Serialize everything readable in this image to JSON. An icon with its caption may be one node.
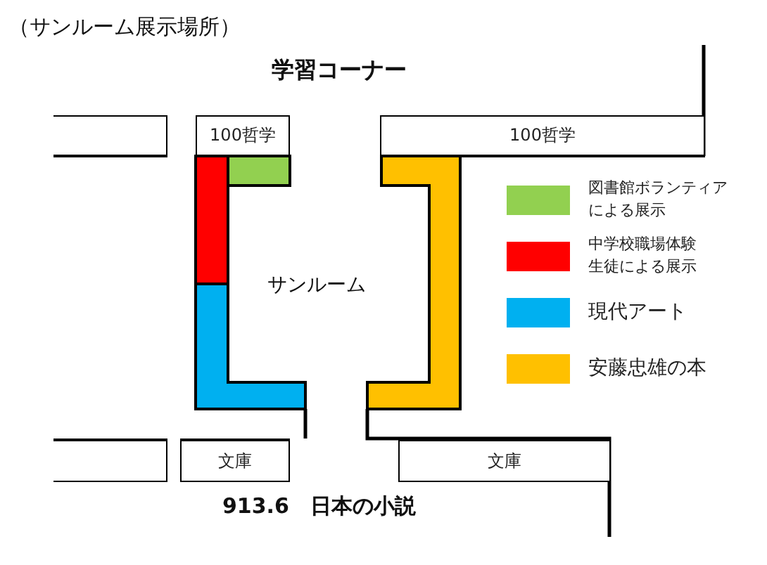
{
  "diagram": {
    "title": "（サンルーム展示場所）",
    "nodes": [
      {
        "text": [],
        "shape": "box"
      },
      {
        "text": [
          "100哲学"
        ]
      },
      {
        "text": [
          "100哲学"
        ]
      },
      {
        "text": [],
        "shape": "box"
      },
      {
        "text": [
          "文庫"
        ]
      },
      {
        "text": [
          "文庫"
        ]
      }
    ],
    "edges": [],
    "labels": [
      "学習コーナー",
      "サンルーム",
      "913.6　日本の小説"
    ],
    "legend": [
      {
        "text": "図書館ボランティアによる展示",
        "color": "#92d050"
      },
      {
        "text": "中学校職場体験生徒による展示",
        "color": "#ff0000"
      },
      {
        "text": "現代アート",
        "color": "#00b0f0"
      },
      {
        "text": "安藤忠雄の本",
        "color": "#ffc000"
      }
    ]
  }
}
